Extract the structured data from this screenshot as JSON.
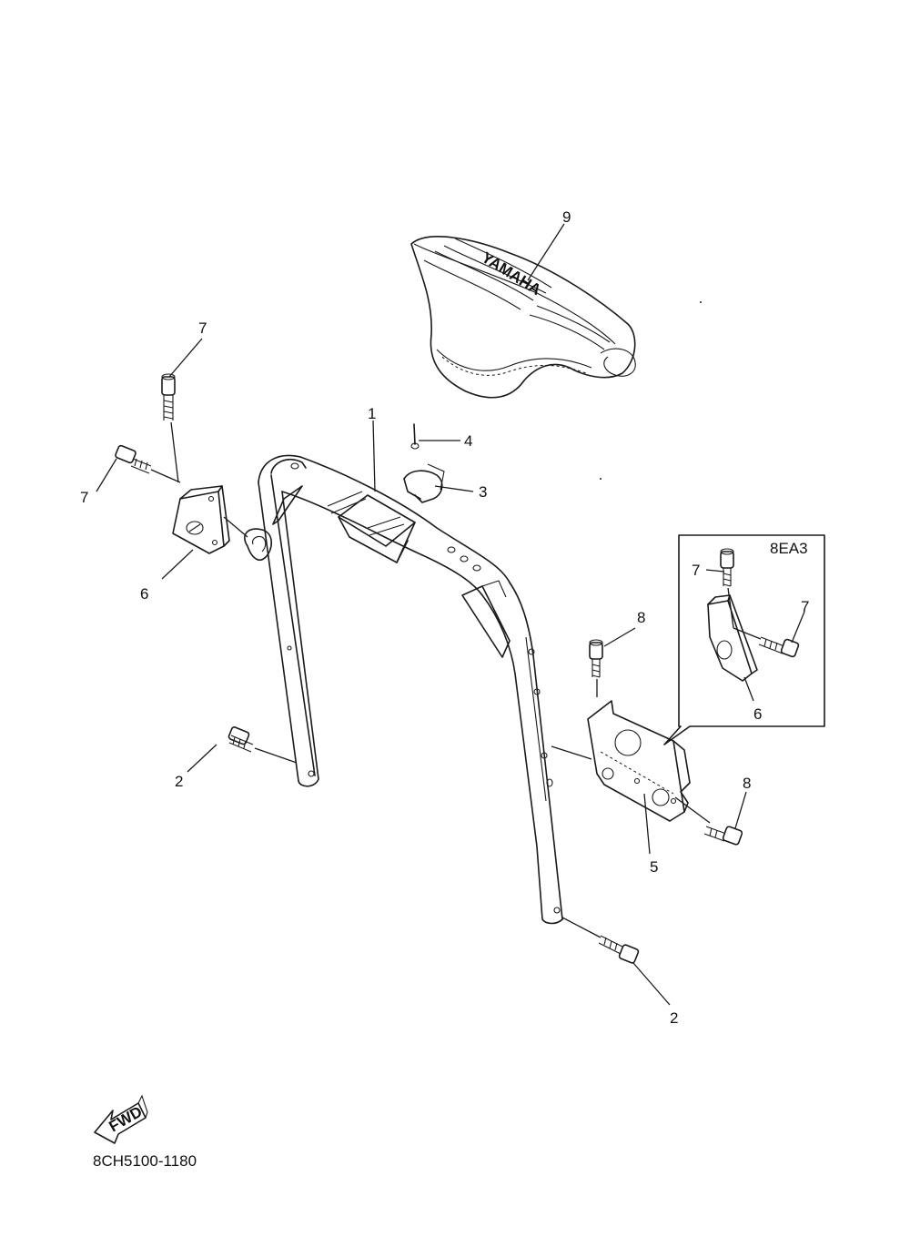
{
  "diagram": {
    "drawing_code": "8CH5100-1180",
    "inset_label": "8EA3",
    "fwd_label": "FWD",
    "seat_brand": "YAMAHA",
    "callouts": {
      "c1": "1",
      "c2a": "2",
      "c2b": "2",
      "c3": "3",
      "c4": "4",
      "c5": "5",
      "c6a": "6",
      "c6b": "6",
      "c7a": "7",
      "c7b": "7",
      "c7c": "7",
      "c7d": "7",
      "c8a": "8",
      "c8b": "8",
      "c9": "9"
    }
  }
}
